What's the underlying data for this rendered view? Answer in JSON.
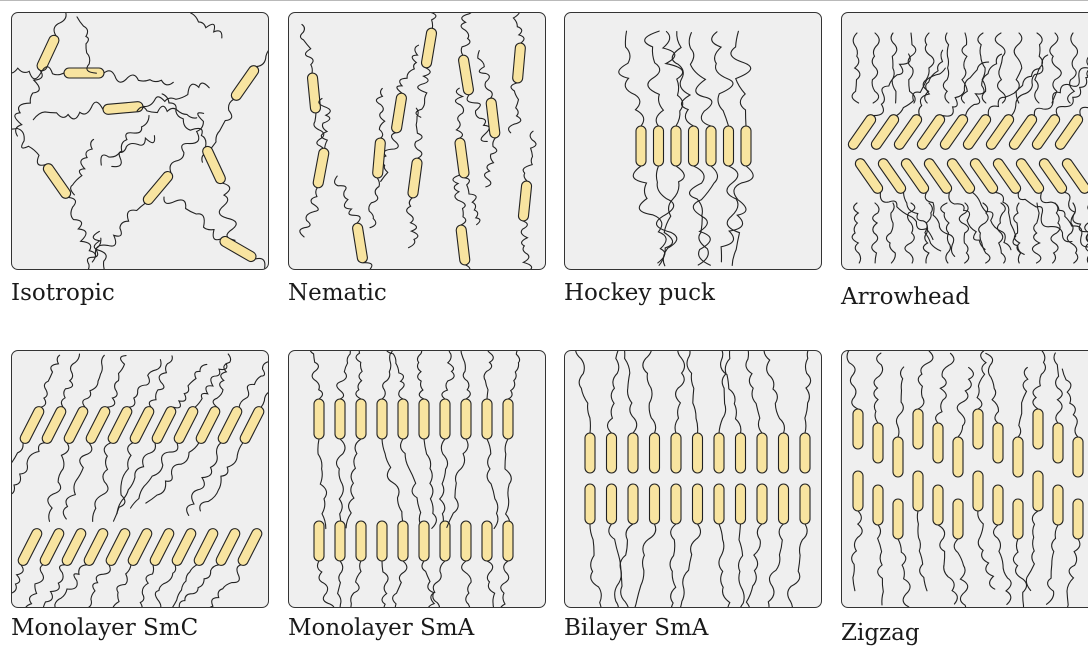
{
  "panels": [
    {
      "id": "isotropic",
      "label": "Isotropic"
    },
    {
      "id": "nematic",
      "label": "Nematic"
    },
    {
      "id": "hockey-puck",
      "label": "Hockey puck"
    },
    {
      "id": "arrowhead",
      "label": "Arrowhead"
    },
    {
      "id": "monolayer-smc",
      "label": "Monolayer SmC"
    },
    {
      "id": "monolayer-sma",
      "label": "Monolayer SmA"
    },
    {
      "id": "bilayer-sma",
      "label": "Bilayer SmA"
    },
    {
      "id": "zigzag",
      "label": "Zigzag"
    }
  ],
  "colors": {
    "panel_background": "#efefef",
    "mesogen_fill": "#f8e4a0",
    "outline": "#222222"
  }
}
